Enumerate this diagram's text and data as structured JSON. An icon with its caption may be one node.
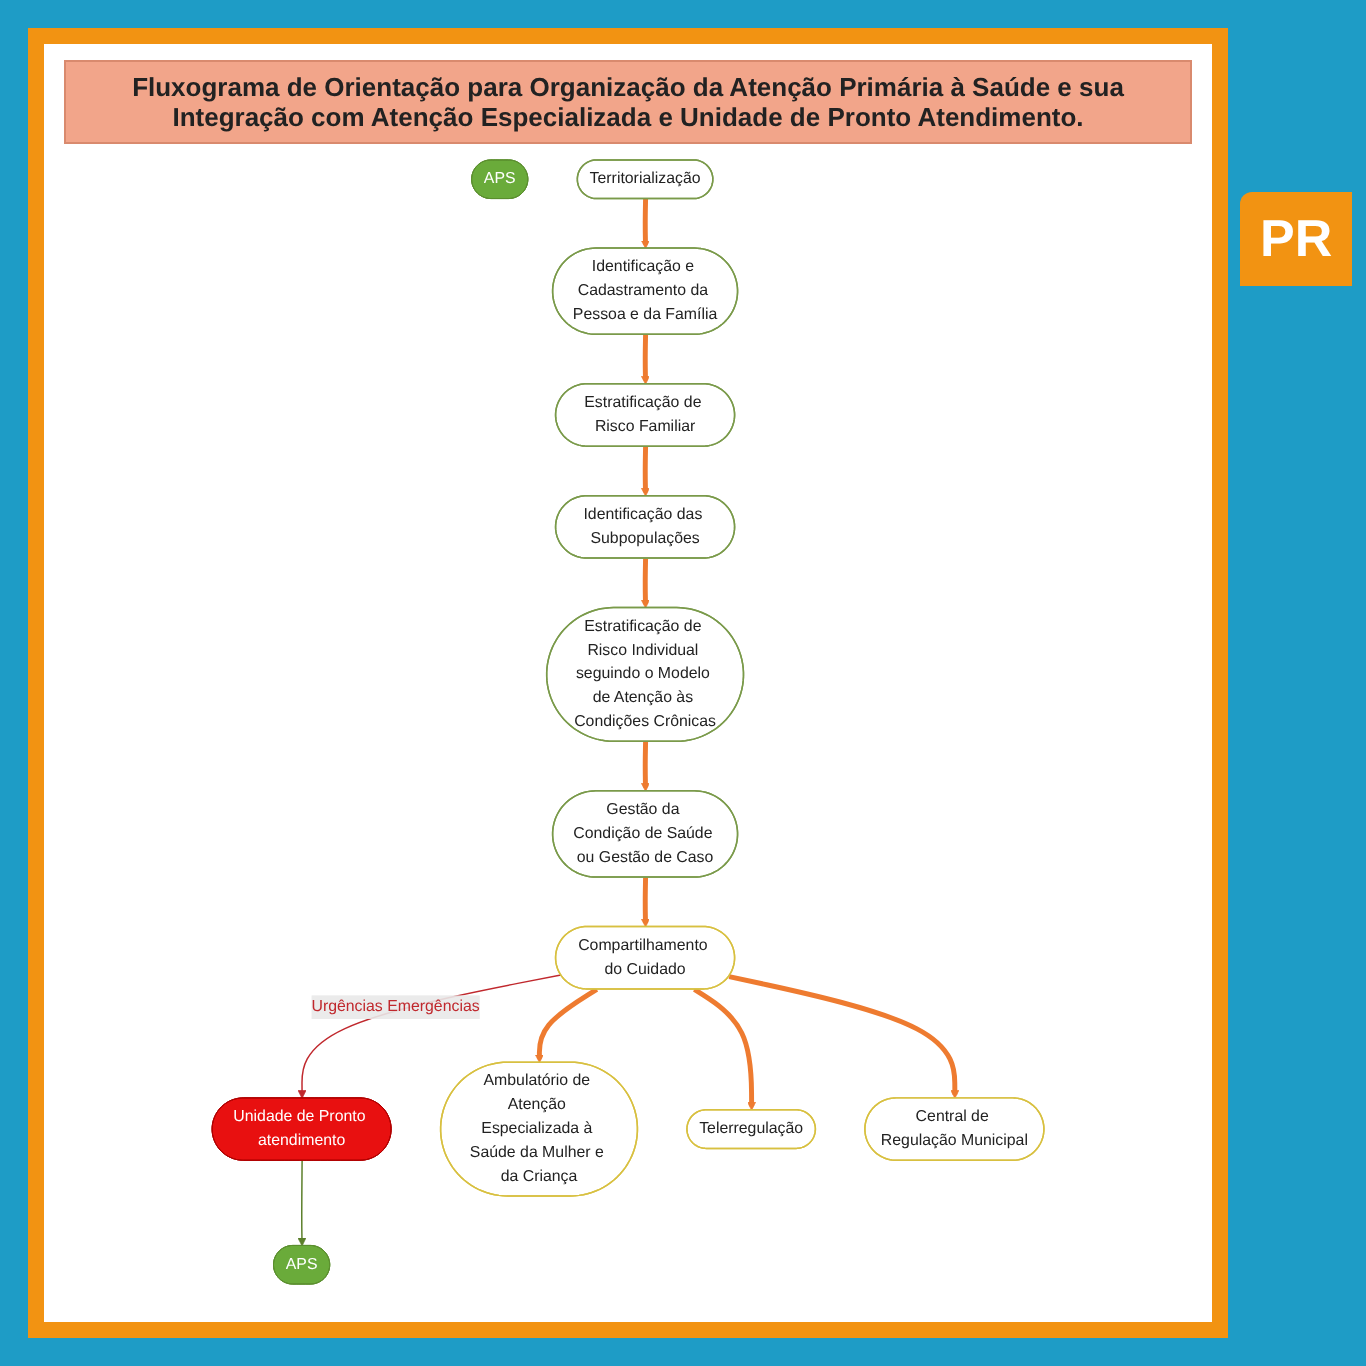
{
  "diagram": {
    "title": "Fluxograma de Orientação para Organização da Atenção Primária à Saúde e sua Integração com Atenção Especializada e Unidade de Pronto Atendimento.",
    "nodes": [
      {
        "text": [
          "APS"
        ]
      },
      {
        "text": [
          "Territorialização"
        ]
      },
      {
        "text": [
          "Identificação e Cadastramento da Pessoa e da Família"
        ]
      },
      {
        "text": [
          "Estratificação de Risco Familiar"
        ]
      },
      {
        "text": [
          "Identificação das Subpopulações"
        ]
      },
      {
        "text": [
          "Estratificação de Risco Individual seguindo o Modelo de Atenção às Condições Crônicas"
        ]
      },
      {
        "text": [
          "Gestão da Condição de Saúde ou Gestão de Caso"
        ]
      },
      {
        "text": [
          "Compartilhamento do Cuidado"
        ]
      },
      {
        "text": [
          "Unidade de Pronto atendimento"
        ]
      },
      {
        "text": [
          "APS"
        ]
      },
      {
        "text": [
          "Ambulatório de Atenção Especializada à Saúde da Mulher e da Criança"
        ]
      },
      {
        "text": [
          "Telerregulação"
        ]
      },
      {
        "text": [
          "Central de Regulação Municipal"
        ]
      }
    ],
    "edges": [
      {
        "from": 1,
        "to": 2,
        "arrow": "to"
      },
      {
        "from": 2,
        "to": 3,
        "arrow": "to"
      },
      {
        "from": 3,
        "to": 4,
        "arrow": "to"
      },
      {
        "from": 4,
        "to": 5,
        "arrow": "to"
      },
      {
        "from": 5,
        "to": 6,
        "arrow": "to"
      },
      {
        "from": 6,
        "to": 7,
        "arrow": "to"
      },
      {
        "from": 7,
        "to": 8,
        "arrow": "to",
        "label": "Urgências Emergências",
        "color": "#c0282d"
      },
      {
        "from": 8,
        "to": 9,
        "arrow": "to",
        "color": "#5b7f2a"
      },
      {
        "from": 7,
        "to": 10,
        "arrow": "to"
      },
      {
        "from": 7,
        "to": 11,
        "arrow": "to"
      },
      {
        "from": 7,
        "to": 12,
        "arrow": "to"
      }
    ],
    "labels": [
      "PR"
    ]
  }
}
